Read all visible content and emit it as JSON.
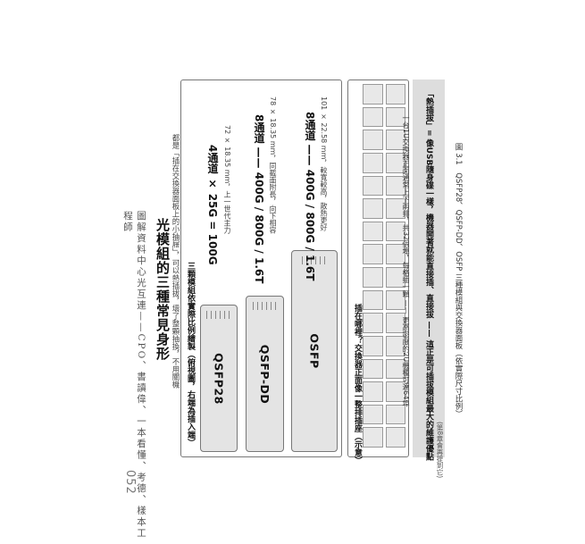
{
  "page": {
    "runner": "圖解資料中心光互連——CPO、書讀偉、一本看懂、考德、樣本工程師",
    "page_number": "052"
  },
  "figure": {
    "title": "光模組的三種常見身形",
    "subtitle": "都是「插在交換器面板上的小抽屜」，可以熱插拔，壞了整顆抽換，不用關機",
    "upper_label": "三顆模組依實際比例繪製（俯視圖，右端為插入端）",
    "modules": [
      {
        "name": "QSFP28",
        "spec_head": "4通道 × 25G = 100G",
        "spec_sub": "72 × 18.35 mm，上一世代主力"
      },
      {
        "name": "QSFP-DD",
        "spec_head": "8通道 —— 400G / 800G / 1.6T",
        "spec_sub": "78 × 18.35 mm，同截面附長，向下相容"
      },
      {
        "name": "OSFP",
        "spec_head": "8通道 —— 400G / 800G / 1.6T",
        "spec_sub": "101 × 22.58 mm，較寬較高，散熱更好"
      }
    ],
    "lower_label": "插在哪裡？交換器正面像一整排插座（示意）",
    "grid_caption": "一台1U交換器正面通常上下兩排，共32個埠，每格插一顆 —— 更高密度的2U機種可達64埠",
    "hotplug_main": "「熱插拔」= 像USB隨身碟一樣，機器開著就能直接插、直接拔 —— 這正是可插拔模組最大的維護優點",
    "hotplug_note": "(第8章會再提到它)",
    "caption": "圖 3.1　QSFP28、QSFP-DD、OSFP 三種模組與交換器面板（依實際尺寸比例）"
  }
}
